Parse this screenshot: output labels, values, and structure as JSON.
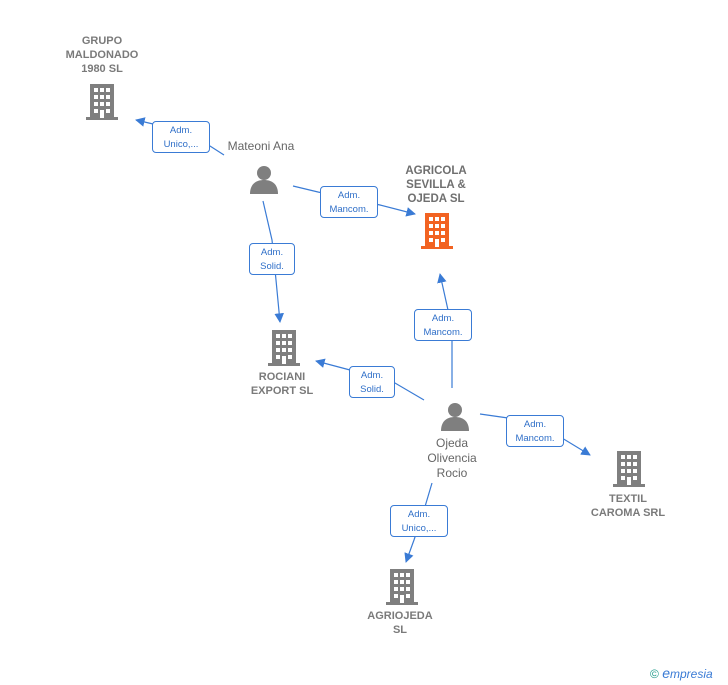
{
  "colors": {
    "edge": "#3a7bd5",
    "company_icon": "#7f7f7f",
    "focus_company_icon": "#f26322",
    "person_icon": "#7f7f7f"
  },
  "companies": {
    "grupo_maldonado": [
      "GRUPO",
      "MALDONADO",
      "1980  SL"
    ],
    "agricola": [
      "AGRICOLA",
      "SEVILLA &",
      "OJEDA  SL"
    ],
    "rociani": [
      "ROCIANI",
      "EXPORT  SL"
    ],
    "textil": [
      "TEXTIL",
      "CAROMA SRL"
    ],
    "agriojeda": [
      "AGRIOJEDA",
      "SL"
    ]
  },
  "persons": {
    "mateoni": [
      "Mateoni Ana"
    ],
    "ojeda": [
      "Ojeda",
      "Olivencia",
      "Rocio"
    ]
  },
  "edges": {
    "mateoni_grupo": [
      "Adm.",
      "Unico,..."
    ],
    "mateoni_agricola": [
      "Adm.",
      "Mancom."
    ],
    "mateoni_rociani": [
      "Adm.",
      "Solid."
    ],
    "ojeda_agricola": [
      "Adm.",
      "Mancom."
    ],
    "ojeda_rociani": [
      "Adm.",
      "Solid."
    ],
    "ojeda_textil": [
      "Adm.",
      "Mancom."
    ],
    "ojeda_agriojeda": [
      "Adm.",
      "Unico,..."
    ]
  },
  "footer": {
    "copyright": "©",
    "brand_initial": "e",
    "brand_rest": "mpresia"
  }
}
